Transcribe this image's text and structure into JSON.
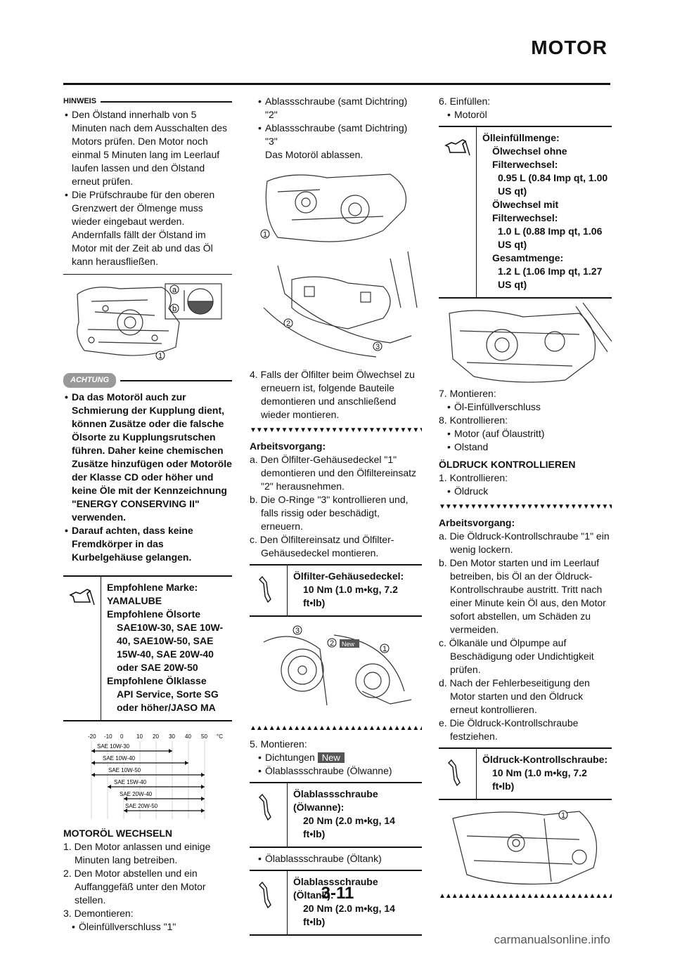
{
  "header": {
    "title": "MOTOR"
  },
  "footer": {
    "page_number": "3-11",
    "watermark": "carmanualsonline.info"
  },
  "col1": {
    "hinweis_label": "HINWEIS",
    "hinweis_bullets": [
      "Den Ölstand innerhalb von 5 Minuten nach dem Ausschalten des Motors prüfen. Den Motor noch einmal 5 Minuten lang im Leerlauf laufen lassen und den Ölstand erneut prüfen.",
      "Die Prüfschraube für den oberen Grenzwert der Ölmenge muss wieder eingebaut werden. Andernfalls fällt der Ölstand im Motor mit der Zeit ab und das Öl kann herausfließen."
    ],
    "fig1_callouts": [
      "a",
      "b",
      "1"
    ],
    "achtung_label": "ACHTUNG",
    "achtung_bullets": [
      "Da das Motoröl auch zur Schmierung der Kupplung dient, können Zusätze oder die falsche Ölsorte zu Kupplungsrutschen führen. Daher keine chemischen Zusätze hinzufügen oder Motoröle der Klasse CD oder höher und keine Öle mit der Kennzeichnung \"ENERGY CONSERVING II\" verwenden.",
      "Darauf achten, dass keine Fremdkörper in das Kurbelgehäuse gelangen."
    ],
    "spec": {
      "l1": "Empfohlene Marke: YAMALUBE",
      "l2": "Empfohlene Ölsorte",
      "l3": "SAE10W-30, SAE 10W-40, SAE10W-50, SAE 15W-40, SAE 20W-40 oder SAE 20W-50",
      "l4": "Empfohlene Ölklasse",
      "l5": "API Service, Sorte SG oder höher/JASO MA"
    },
    "temp_chart": {
      "ticks": [
        "-20",
        "-10",
        "0",
        "10",
        "20",
        "30",
        "40",
        "50"
      ],
      "unit": "°C",
      "grades": [
        "SAE 10W-30",
        "SAE 10W-40",
        "SAE 10W-50",
        "SAE 15W-40",
        "SAE 20W-40",
        "SAE 20W-50"
      ]
    },
    "section_title": "MOTORÖL WECHSELN",
    "steps": [
      "1.  Den Motor anlassen und einige Minuten lang betreiben.",
      "2.  Den Motor abstellen und ein Auffanggefäß unter den Motor stellen.",
      "3.  Demontieren:"
    ],
    "step3_item": "Öleinfüllverschluss \"1\""
  },
  "col2": {
    "bullets_top": [
      "Ablassschraube (samt Dichtring) \"2\"",
      "Ablassschraube (samt Dichtring) \"3\""
    ],
    "drain_text": "Das Motoröl ablassen.",
    "fig_callouts": [
      "1",
      "2",
      "3"
    ],
    "step4": "4.  Falls der Ölfilter beim Ölwechsel zu erneuern ist, folgende Bauteile demontieren und anschließend wieder montieren.",
    "arbeits": "Arbeitsvorgang:",
    "sub_steps": [
      "a.  Den Ölfilter-Gehäusedeckel \"1\" demontieren und den Ölfiltereinsatz \"2\" herausnehmen.",
      "b.  Die O-Ringe \"3\" kontrollieren und, falls rissig oder beschädigt, erneuern.",
      "c.  Den Ölfiltereinsatz und Ölfilter-Gehäusedeckel montieren."
    ],
    "spec1": {
      "title": "Ölfilter-Gehäusedeckel:",
      "value": "10 Nm (1.0 m•kg, 7.2 ft•lb)"
    },
    "filter_callouts": [
      "3",
      "2",
      "1"
    ],
    "new_label": "New",
    "step5": "5.  Montieren:",
    "step5_items": [
      "Dichtungen",
      "Ölablassschraube (Ölwanne)"
    ],
    "spec2": {
      "title": "Ölablassschraube (Ölwanne):",
      "value": "20 Nm (2.0 m•kg, 14 ft•lb)"
    },
    "step5_item3": "Ölablassschraube (Öltank)",
    "spec3": {
      "title": "Ölablassschraube (Öltank):",
      "value": "20 Nm (2.0 m•kg, 14 ft•lb)"
    }
  },
  "col3": {
    "step6": "6.  Einfüllen:",
    "step6_item": "Motoröl",
    "spec": {
      "l1": "Ölleinfüllmenge:",
      "l2": "Ölwechsel ohne Filterwechsel:",
      "l3": "0.95 L (0.84 Imp qt, 1.00 US qt)",
      "l4": "Ölwechsel mit Filterwechsel:",
      "l5": "1.0 L (0.88 Imp qt, 1.06 US qt)",
      "l6": "Gesamtmenge:",
      "l7": "1.2 L (1.06 Imp qt, 1.27 US qt)"
    },
    "step7": "7.  Montieren:",
    "step7_item": "Öl-Einfüllverschluss",
    "step8": "8.  Kontrollieren:",
    "step8_items": [
      "Motor (auf Ölaustritt)",
      "Olstand"
    ],
    "section_title": "ÖLDRUCK KONTROLLIEREN",
    "step1": "1.  Kontrollieren:",
    "step1_item": "Öldruck",
    "arbeits": "Arbeitsvorgang:",
    "sub_steps": [
      "a.  Die Öldruck-Kontrollschraube \"1\" ein wenig lockern.",
      "b.  Den Motor starten und im Leerlauf betreiben, bis Öl an der Öldruck-Kontrollschraube austritt. Tritt nach einer Minute kein Öl aus, den Motor sofort abstellen, um Schäden zu vermeiden.",
      "c.  Ölkanäle und Ölpumpe auf Beschädigung oder Undichtigkeit prüfen.",
      "d.  Nach der Fehlerbeseitigung den Motor starten und den Öldruck erneut kontrollieren.",
      "e.  Die Öldruck-Kontrollschraube festziehen."
    ],
    "spec2": {
      "title": "Öldruck-Kontrollschraube:",
      "value": "10 Nm (1.0 m•kg, 7.2 ft•lb)"
    },
    "fig_callout": "1"
  }
}
